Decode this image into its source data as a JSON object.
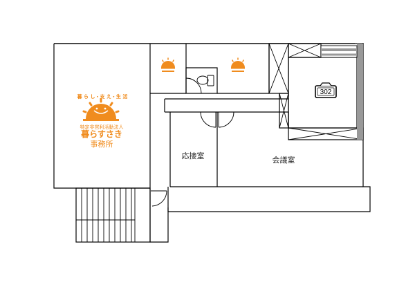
{
  "rooms": {
    "office": {
      "tagline": "暮 ら し・支 え・生 活",
      "org_type": "特定非営利活動法人",
      "org_name": "暮らすさき",
      "label": "事務所"
    },
    "reception": {
      "label": "応接室"
    },
    "meeting": {
      "label": "会議室"
    }
  },
  "room_sign": {
    "number": "302"
  },
  "colors": {
    "brand": "#f08c1e",
    "stair_rail": "#999999"
  }
}
